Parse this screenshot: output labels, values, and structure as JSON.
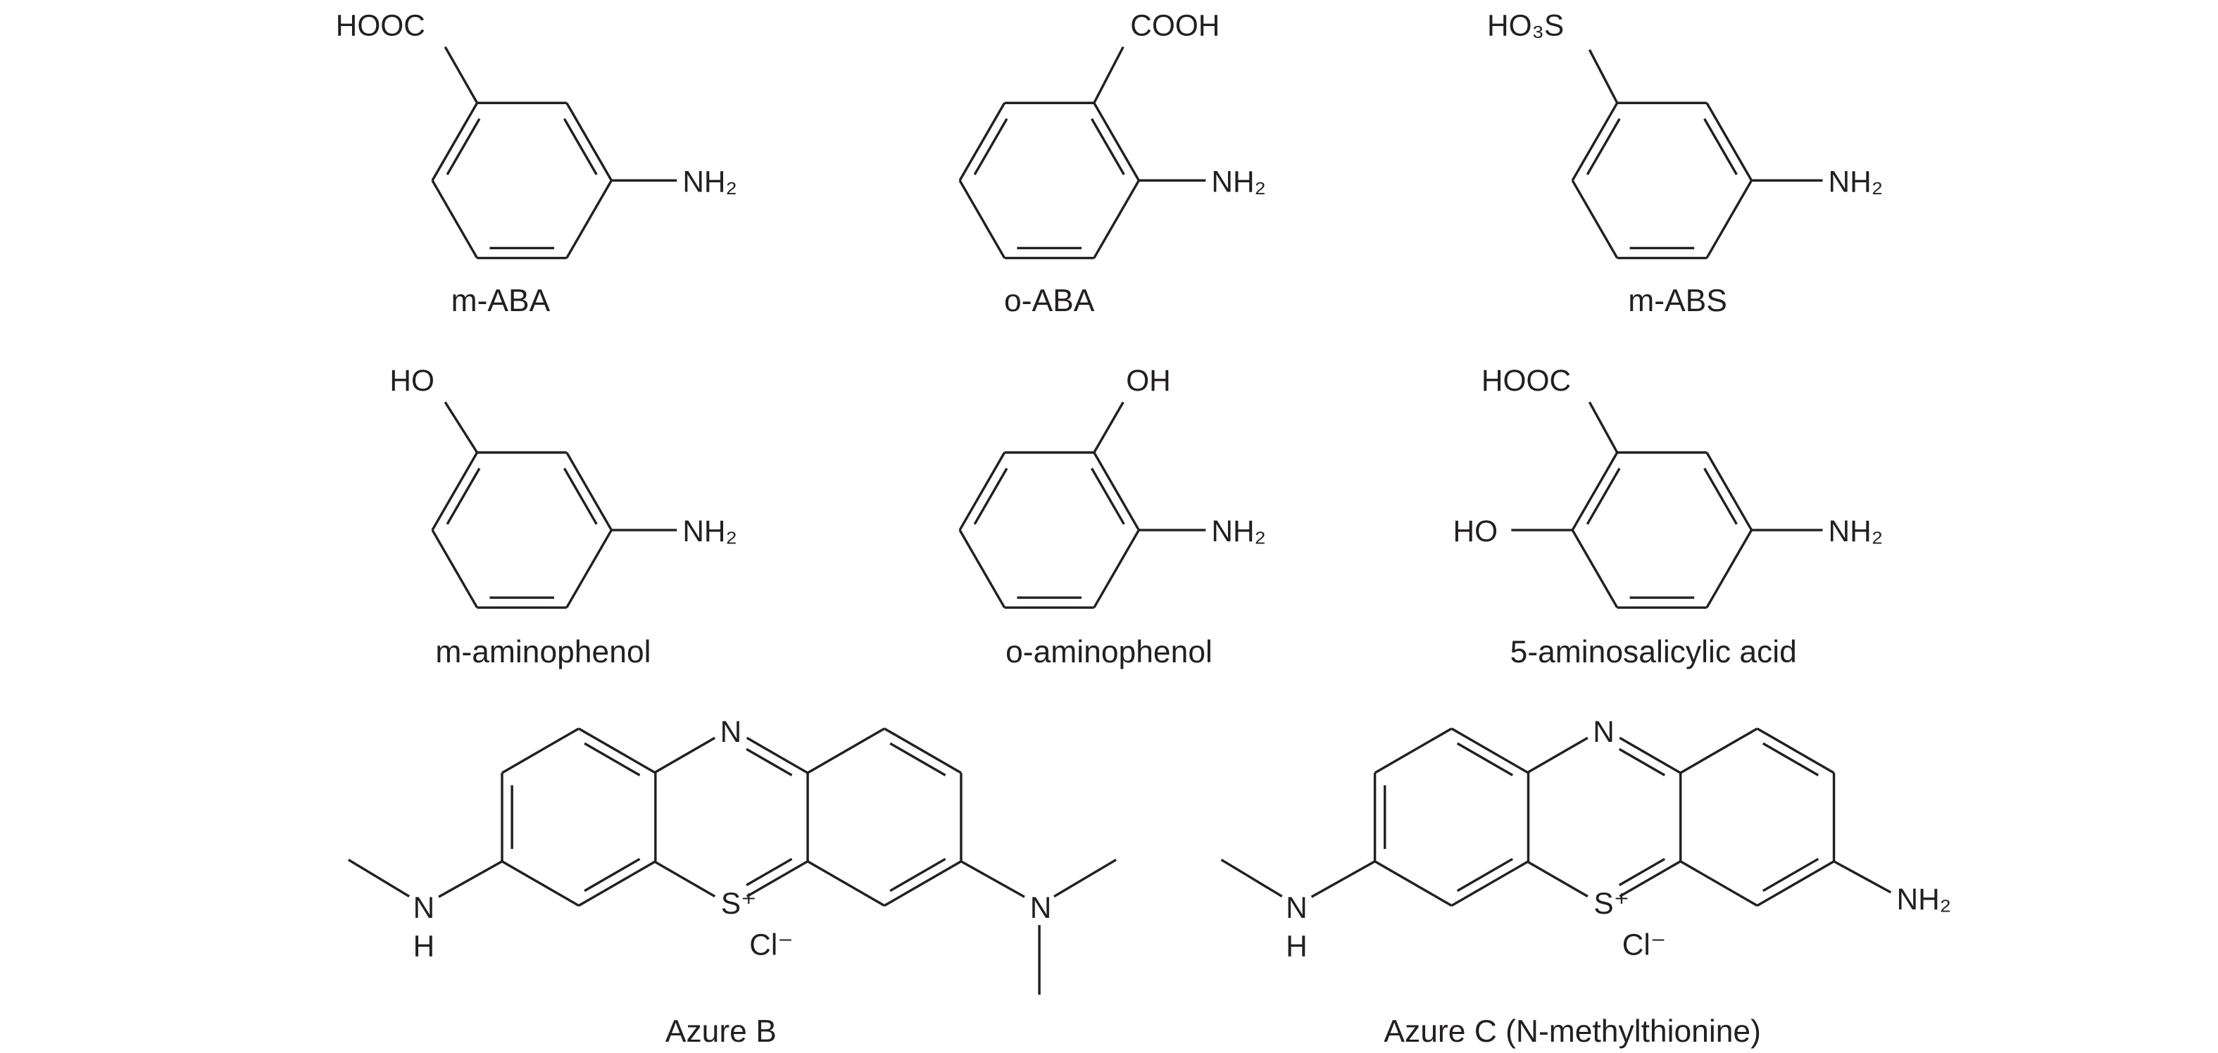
{
  "compounds": [
    {
      "name": "m-ABA",
      "groups": {
        "top": "HOOC",
        "right": "NH₂"
      }
    },
    {
      "name": "o-ABA",
      "groups": {
        "top": "COOH",
        "right": "NH₂"
      }
    },
    {
      "name": "m-ABS",
      "groups": {
        "top": "HO₃S",
        "right": "NH₂"
      }
    },
    {
      "name": "m-aminophenol",
      "groups": {
        "top": "HO",
        "right": "NH₂"
      }
    },
    {
      "name": "o-aminophenol",
      "groups": {
        "top": "OH",
        "right": "NH₂"
      }
    },
    {
      "name": "5-aminosalicylic acid",
      "groups": {
        "top": "HOOC",
        "left": "HO",
        "right": "NH₂"
      }
    },
    {
      "name": "Azure B",
      "groups": {
        "ring_n": "N",
        "ring_s": "S⁺",
        "counter_ion": "Cl⁻",
        "left_n": "N",
        "left_h": "H",
        "right_n": "N"
      }
    },
    {
      "name": "Azure C (N-methylthionine)",
      "groups": {
        "ring_n": "N",
        "ring_s": "S⁺",
        "counter_ion": "Cl⁻",
        "left_n": "N",
        "left_h": "H",
        "right": "NH₂"
      }
    }
  ]
}
